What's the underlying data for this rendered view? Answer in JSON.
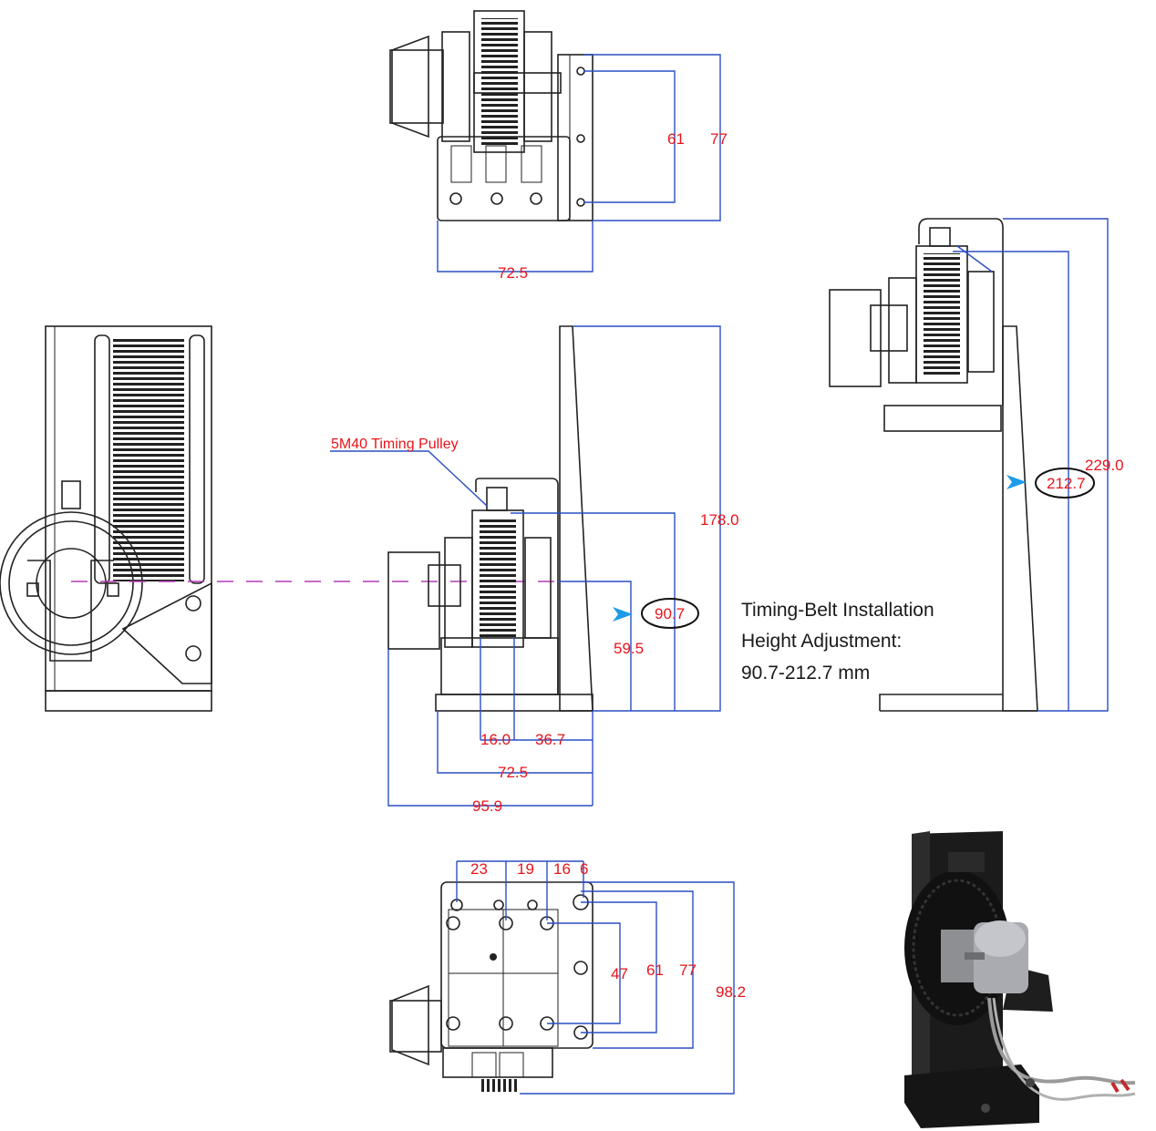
{
  "labels": {
    "pulley": "5M40 Timing Pulley",
    "note_line1": "Timing-Belt Installation",
    "note_line2": "Height Adjustment:",
    "note_line3": "90.7-212.7 mm"
  },
  "dimensions": {
    "top_61": "61",
    "top_77": "77",
    "top_width": "72.5",
    "front_height": "178.0",
    "front_min": "90.7",
    "front_center": "59.5",
    "front_16": "16.0",
    "front_36": "36.7",
    "front_72": "72.5",
    "front_95": "95.9",
    "right_max": "212.7",
    "right_total": "229.0",
    "bottom_23": "23",
    "bottom_19": "19",
    "bottom_16": "16",
    "bottom_6": "6",
    "bottom_47": "47",
    "bottom_61": "61",
    "bottom_77": "77",
    "bottom_98": "98.2"
  },
  "colors": {
    "dimension_line": "#2a4fc4",
    "dimension_text": "#e8141b",
    "arrow": "#1e9be8",
    "center_line": "#b23ab4"
  }
}
